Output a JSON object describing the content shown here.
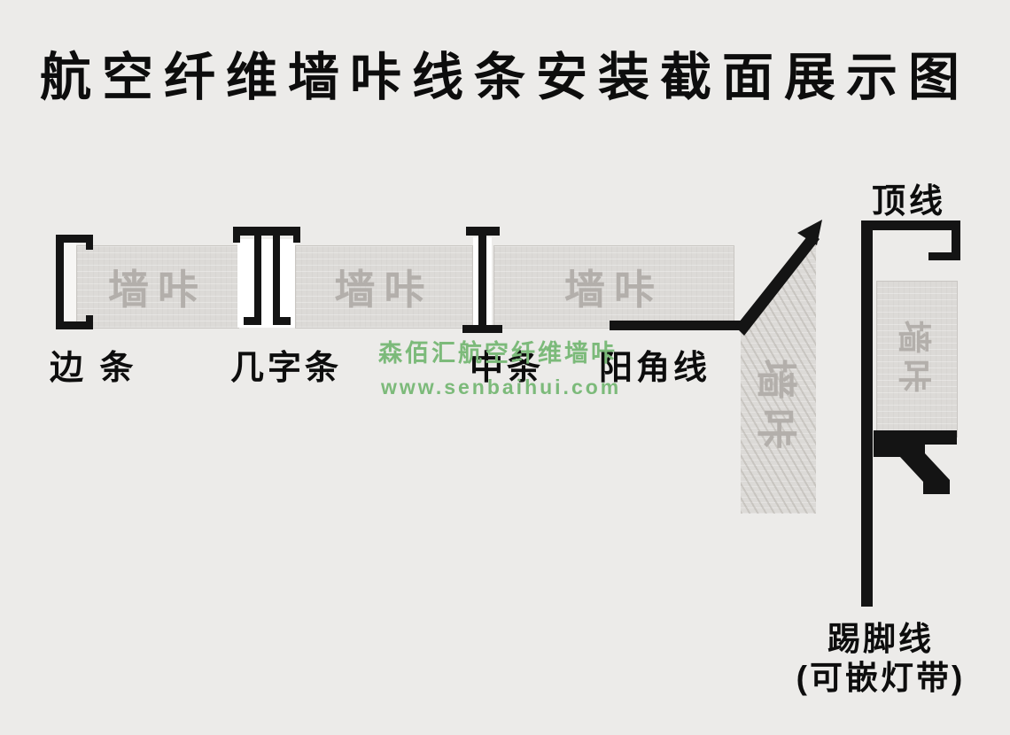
{
  "title": "航空纤维墙咔线条安装截面展示图",
  "panel": {
    "label": "墙咔",
    "fill": "#dcdad7",
    "text_color": "#b3afab"
  },
  "labels": {
    "edge_strip": "边 条",
    "ji_strip": "几字条",
    "middle_strip": "中条",
    "corner_line": "阳角线",
    "top_line": "顶线",
    "skirting_line": "踢脚线",
    "skirting_note": "(可嵌灯带)"
  },
  "watermark": {
    "brand": "森佰汇航空纤维墙咔",
    "url": "www.senbaihui.com",
    "color": "#7cba7a"
  },
  "colors": {
    "background": "#ecebe9",
    "profile": "#141414",
    "label_text": "#0d0d0d"
  }
}
